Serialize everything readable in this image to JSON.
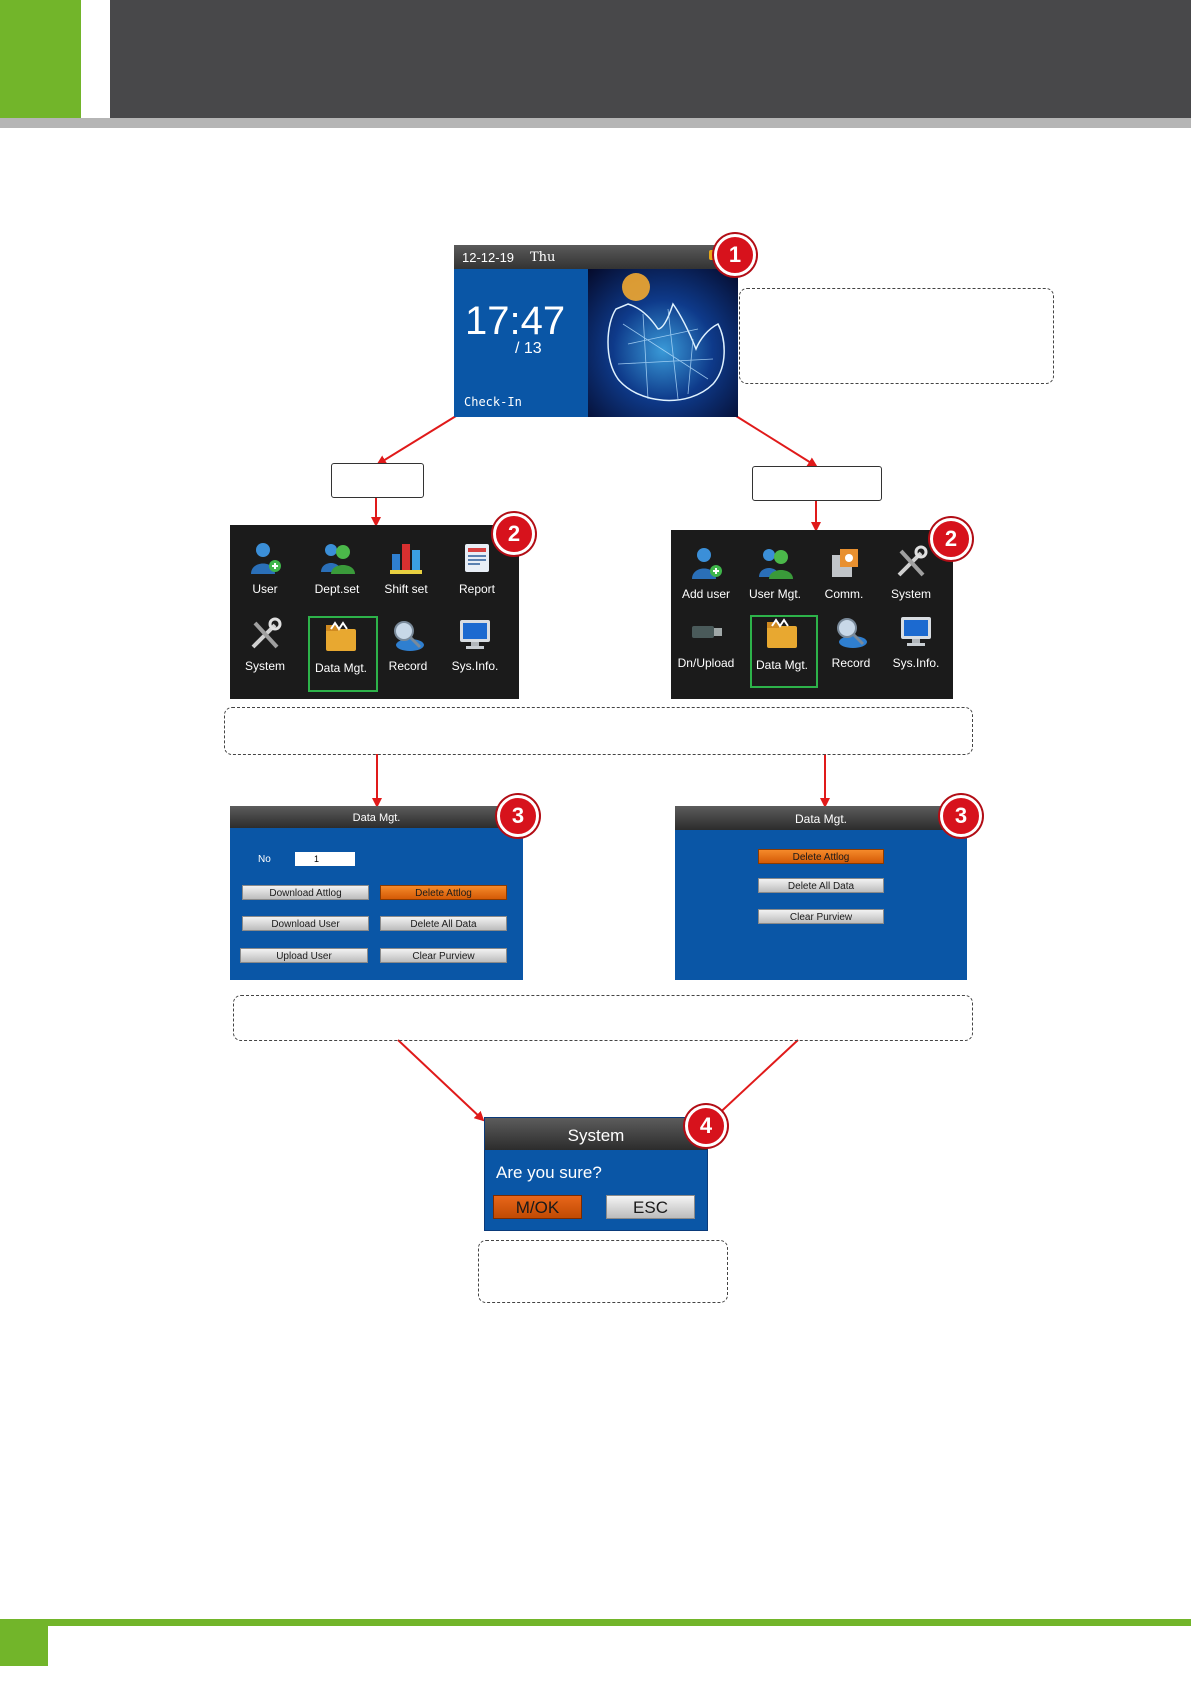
{
  "screen1": {
    "date": "12-12-19",
    "day": "Thu",
    "time": "17:47",
    "sub": "/ 13",
    "state": "Check-In"
  },
  "menu_left": {
    "items": [
      "User",
      "Dept.set",
      "Shift set",
      "Report",
      "System",
      "Data Mgt.",
      "Record",
      "Sys.Info."
    ]
  },
  "menu_right": {
    "items": [
      "Add user",
      "User Mgt.",
      "Comm.",
      "System",
      "Dn/Upload",
      "Data Mgt.",
      "Record",
      "Sys.Info."
    ]
  },
  "datamgt_left": {
    "title": "Data Mgt.",
    "no_label": "No",
    "no_value": "1",
    "buttons": [
      "Download Attlog",
      "Delete Attlog",
      "Download User",
      "Delete All Data",
      "Upload User",
      "Clear Purview"
    ]
  },
  "datamgt_right": {
    "title": "Data Mgt.",
    "buttons": [
      "Delete Attlog",
      "Delete All Data",
      "Clear Purview"
    ]
  },
  "dialog": {
    "title": "System",
    "message": "Are you sure?",
    "ok": "M/OK",
    "esc": "ESC"
  },
  "badges": [
    "1",
    "2",
    "2",
    "3",
    "3",
    "4"
  ],
  "colors": {
    "green": "#72b52a",
    "header_dark": "#48484a",
    "screen_blue": "#0a56a6",
    "highlight_orange": "#e8701a",
    "arrow_red": "#e01a1a",
    "badge_red": "#d7121c"
  }
}
